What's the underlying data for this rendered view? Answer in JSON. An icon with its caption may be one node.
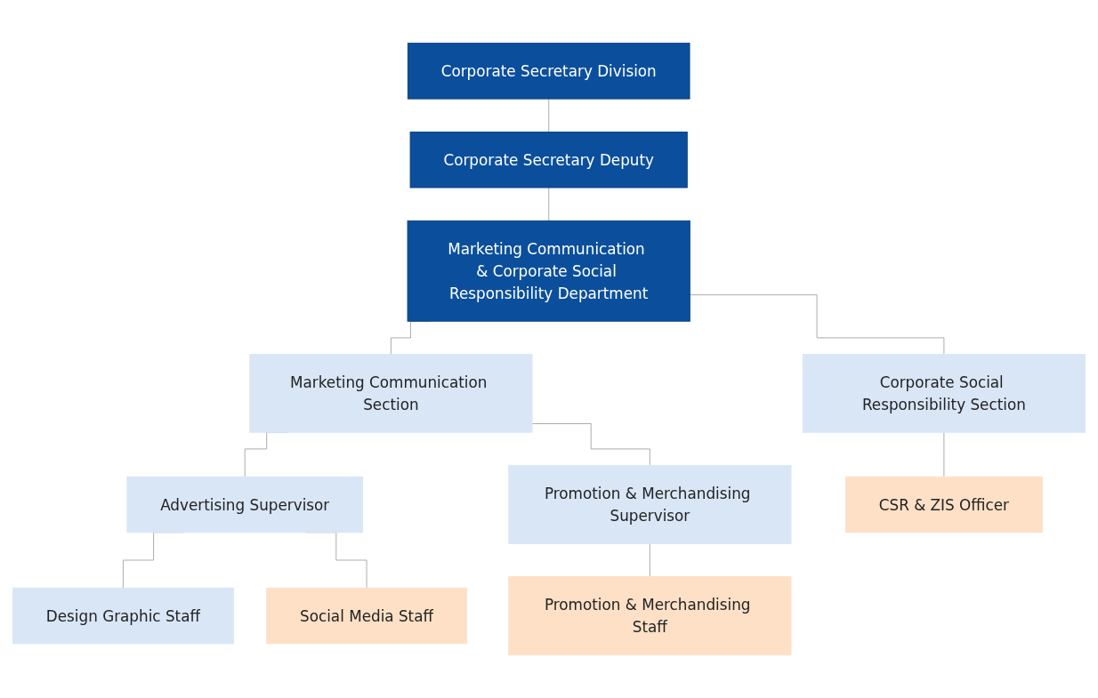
{
  "diagram": {
    "nodes": [
      {
        "text": [
          "Corporate Secretary Division"
        ]
      },
      {
        "text": [
          "Corporate Secretary Deputy"
        ]
      },
      {
        "text": [
          "Marketing Communication & Corporate Social Responsibility Department"
        ]
      },
      {
        "text": [
          "Marketing Communication Section"
        ]
      },
      {
        "text": [
          "Corporate Social Responsibility Section"
        ]
      },
      {
        "text": [
          "Advertising Supervisor"
        ]
      },
      {
        "text": [
          "Promotion & Merchandising Supervisor"
        ]
      },
      {
        "text": [
          "CSR & ZIS Officer"
        ]
      },
      {
        "text": [
          "Design Graphic Staff"
        ]
      },
      {
        "text": [
          "Promotion & Merchandising Staff"
        ]
      },
      {
        "text": [
          "Social Media Staff"
        ]
      }
    ],
    "edges": [
      {
        "from": 0,
        "to": 1,
        "arrow": "none"
      },
      {
        "from": 1,
        "to": 2,
        "arrow": "none"
      },
      {
        "from": 2,
        "to": 3,
        "arrow": "none"
      },
      {
        "from": 2,
        "to": 4,
        "arrow": "none"
      },
      {
        "from": 3,
        "to": 5,
        "arrow": "none"
      },
      {
        "from": 3,
        "to": 6,
        "arrow": "none"
      },
      {
        "from": 4,
        "to": 7,
        "arrow": "none"
      },
      {
        "from": 5,
        "to": 8,
        "arrow": "none"
      },
      {
        "from": 5,
        "to": 10,
        "arrow": "none"
      },
      {
        "from": 6,
        "to": 9,
        "arrow": "none"
      }
    ]
  }
}
